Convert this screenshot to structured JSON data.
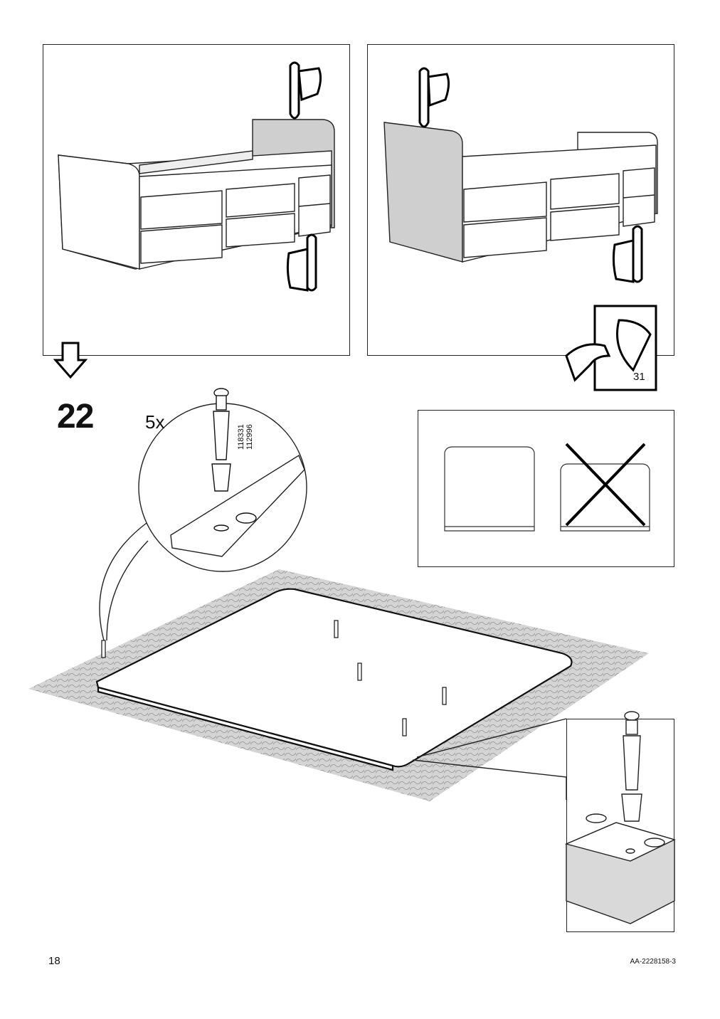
{
  "page": {
    "number": "18",
    "doc_code": "AA-2228158-3"
  },
  "step": {
    "number": "22",
    "quantity": "5x",
    "part_numbers": [
      "118331",
      "112996"
    ],
    "reference_page": "31"
  },
  "icons": {
    "top_left_panel": [
      "hand-pointing-down-icon",
      "hand-pointing-up-icon",
      "arrow-down-icon"
    ],
    "top_right_panel": [
      "hand-pointing-down-icon",
      "hand-pointing-up-icon",
      "turn-page-icon"
    ],
    "compare_panel": [
      "correct-board-icon",
      "wrong-board-crossed-icon"
    ]
  }
}
